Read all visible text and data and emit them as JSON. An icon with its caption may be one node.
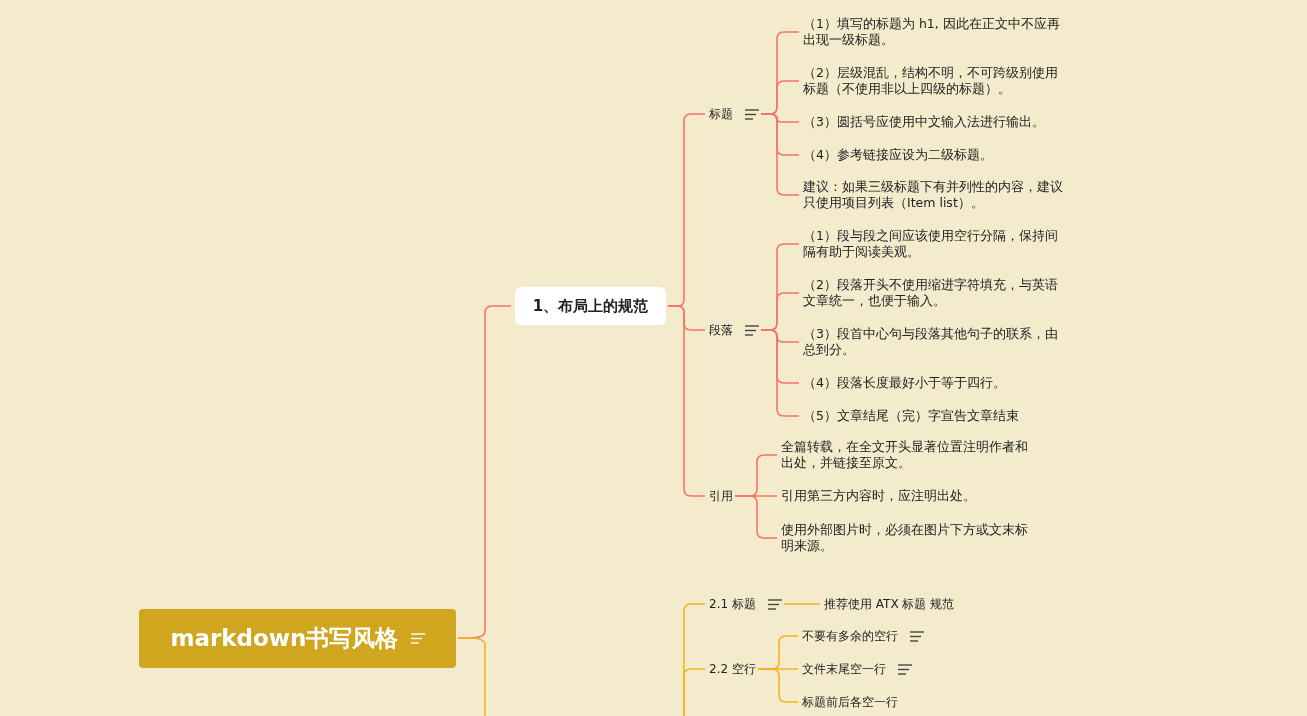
{
  "diagram": {
    "nodes": [
      {
        "text": [
          "markdown书写风格"
        ]
      },
      {
        "text": [
          "1、布局上的规范"
        ]
      },
      {
        "text": [
          "标题"
        ]
      },
      {
        "text": [
          "（1）填写的标题为 h1, 因此在正文中不应再出现一级标题。"
        ]
      },
      {
        "text": [
          "（2）层级混乱，结构不明，不可跨级别使用标题（不使用非以上四级的标题）。"
        ]
      },
      {
        "text": [
          "（3）圆括号应使用中文输入法进行输出。"
        ]
      },
      {
        "text": [
          "（4）参考链接应设为二级标题。"
        ]
      },
      {
        "text": [
          "建议：如果三级标题下有并列性的内容，建议只使用项目列表（Item list）。"
        ]
      },
      {
        "text": [
          "段落"
        ]
      },
      {
        "text": [
          "（1）段与段之间应该使用空行分隔，保持间隔有助于阅读美观。"
        ]
      },
      {
        "text": [
          "（2）段落开头不使用缩进字符填充，与英语文章统一，也便于输入。"
        ]
      },
      {
        "text": [
          "（3）段首中心句与段落其他句子的联系，由总到分。"
        ]
      },
      {
        "text": [
          "（4）段落长度最好小于等于四行。"
        ]
      },
      {
        "text": [
          "（5）文章结尾（完）字宣告文章结束"
        ]
      },
      {
        "text": [
          "引用"
        ]
      },
      {
        "text": [
          "全篇转载，在全文开头显著位置注明作者和出处，并链接至原文。"
        ]
      },
      {
        "text": [
          "引用第三方内容时，应注明出处。"
        ]
      },
      {
        "text": [
          "使用外部图片时，必须在图片下方或文末标明来源。"
        ]
      },
      {
        "text": [
          "2.1 标题"
        ]
      },
      {
        "text": [
          "推荐使用 ATX 标题 规范"
        ]
      },
      {
        "text": [
          "2.2 空行"
        ]
      },
      {
        "text": [
          "不要有多余的空行"
        ]
      },
      {
        "text": [
          "文件末尾空一行"
        ]
      },
      {
        "text": [
          "标题前后各空一行"
        ]
      }
    ],
    "edges": [
      {
        "from": 0,
        "to": 1,
        "arrow": "none"
      },
      {
        "from": 1,
        "to": 2,
        "arrow": "none"
      },
      {
        "from": 1,
        "to": 8,
        "arrow": "none"
      },
      {
        "from": 1,
        "to": 14,
        "arrow": "none"
      },
      {
        "from": 2,
        "to": 3,
        "arrow": "none"
      },
      {
        "from": 2,
        "to": 4,
        "arrow": "none"
      },
      {
        "from": 2,
        "to": 5,
        "arrow": "none"
      },
      {
        "from": 2,
        "to": 6,
        "arrow": "none"
      },
      {
        "from": 2,
        "to": 7,
        "arrow": "none"
      },
      {
        "from": 8,
        "to": 9,
        "arrow": "none"
      },
      {
        "from": 8,
        "to": 10,
        "arrow": "none"
      },
      {
        "from": 8,
        "to": 11,
        "arrow": "none"
      },
      {
        "from": 8,
        "to": 12,
        "arrow": "none"
      },
      {
        "from": 8,
        "to": 13,
        "arrow": "none"
      },
      {
        "from": 14,
        "to": 15,
        "arrow": "none"
      },
      {
        "from": 14,
        "to": 16,
        "arrow": "none"
      },
      {
        "from": 14,
        "to": 17,
        "arrow": "none"
      },
      {
        "from": 0,
        "to": null,
        "arrow": "none",
        "color": "#f5b31e"
      },
      {
        "from": null,
        "to": 18,
        "arrow": "none",
        "color": "#f5b31e"
      },
      {
        "from": null,
        "to": 20,
        "arrow": "none",
        "color": "#f5b31e"
      },
      {
        "from": 18,
        "to": 19,
        "arrow": "none",
        "color": "#f5b31e"
      },
      {
        "from": 20,
        "to": 21,
        "arrow": "none",
        "color": "#f5b31e"
      },
      {
        "from": 20,
        "to": 22,
        "arrow": "none",
        "color": "#f5b31e"
      },
      {
        "from": 20,
        "to": 23,
        "arrow": "none",
        "color": "#f5b31e"
      }
    ]
  }
}
